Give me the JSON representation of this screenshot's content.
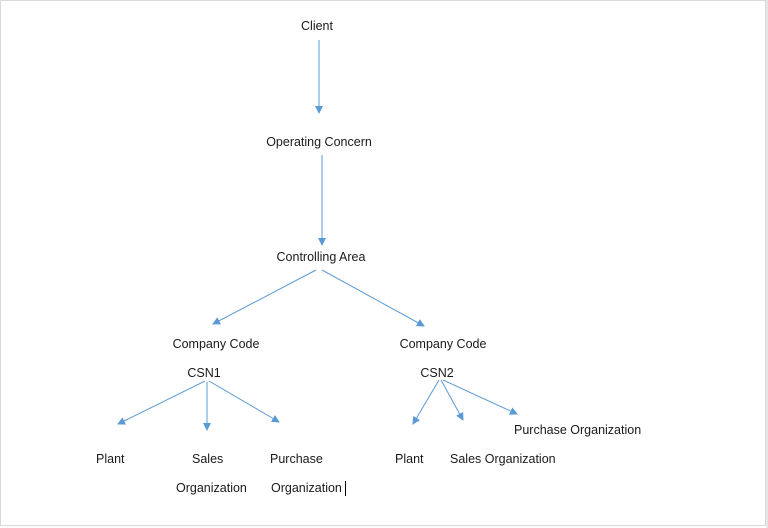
{
  "nodes": {
    "client": "Client",
    "operating_concern": "Operating Concern",
    "controlling_area": "Controlling Area",
    "company_code_1": "Company Code",
    "csn1": "CSN1",
    "company_code_2": "Company Code",
    "csn2": "CSN2",
    "plant_1": "Plant",
    "sales_1_line1": "Sales",
    "sales_1_line2": "Organization",
    "purchase_1_line1": "Purchase",
    "purchase_1_line2": "Organization",
    "plant_2": "Plant",
    "sales_2": "Sales Organization",
    "purchase_2": "Purchase Organization"
  },
  "colors": {
    "arrow": "#5b9bd5",
    "text": "#1a1a1a"
  }
}
